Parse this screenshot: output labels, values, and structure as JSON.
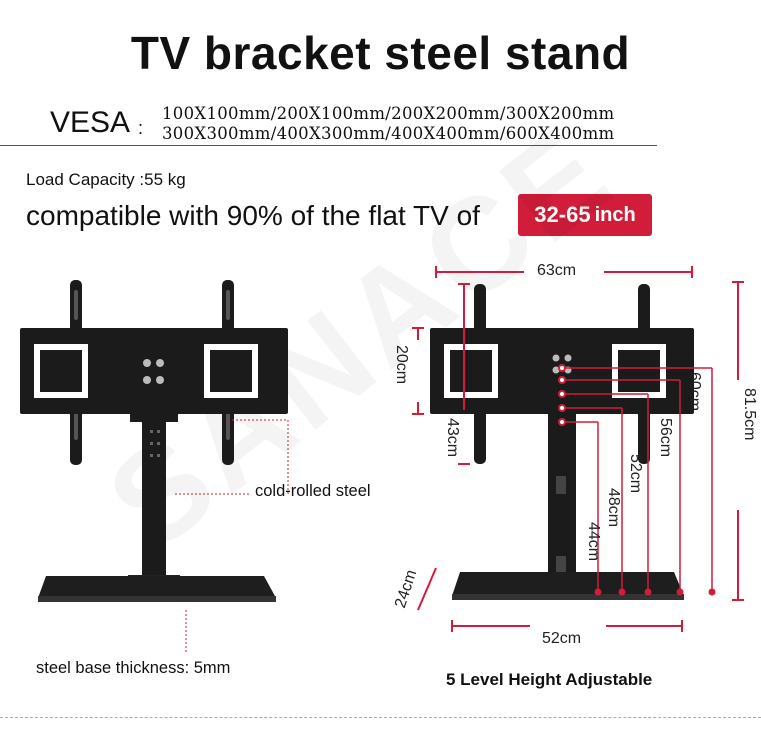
{
  "title": "TV bracket steel stand",
  "vesa": {
    "label": "VESA",
    "colon": ":",
    "line1": "100X100mm/200X100mm/200X200mm/300X200mm",
    "line2": "300X300mm/400X300mm/400X400mm/600X400mm"
  },
  "load_capacity": "Load Capacity :55 kg",
  "compatible": {
    "text": "compatible with 90% of the flat TV of",
    "range": "32-65",
    "unit": "inch"
  },
  "watermark": "SANACE",
  "labels": {
    "cold_rolled": "cold-rolled steel",
    "base_thickness": "steel base thickness: 5mm",
    "adjustable": "5 Level Height Adjustable"
  },
  "dimensions": {
    "width_top": "63cm",
    "width_base": "52cm",
    "height_bracket": "20cm",
    "bracket_arm": "43cm",
    "h60": "60cm",
    "h815": "81.5cm",
    "h56": "56cm",
    "h52": "52cm",
    "h48": "48cm",
    "h44": "44cm",
    "depth": "24cm"
  },
  "colors": {
    "accent": "#d21d3a",
    "steel": "#1a1a1a"
  }
}
